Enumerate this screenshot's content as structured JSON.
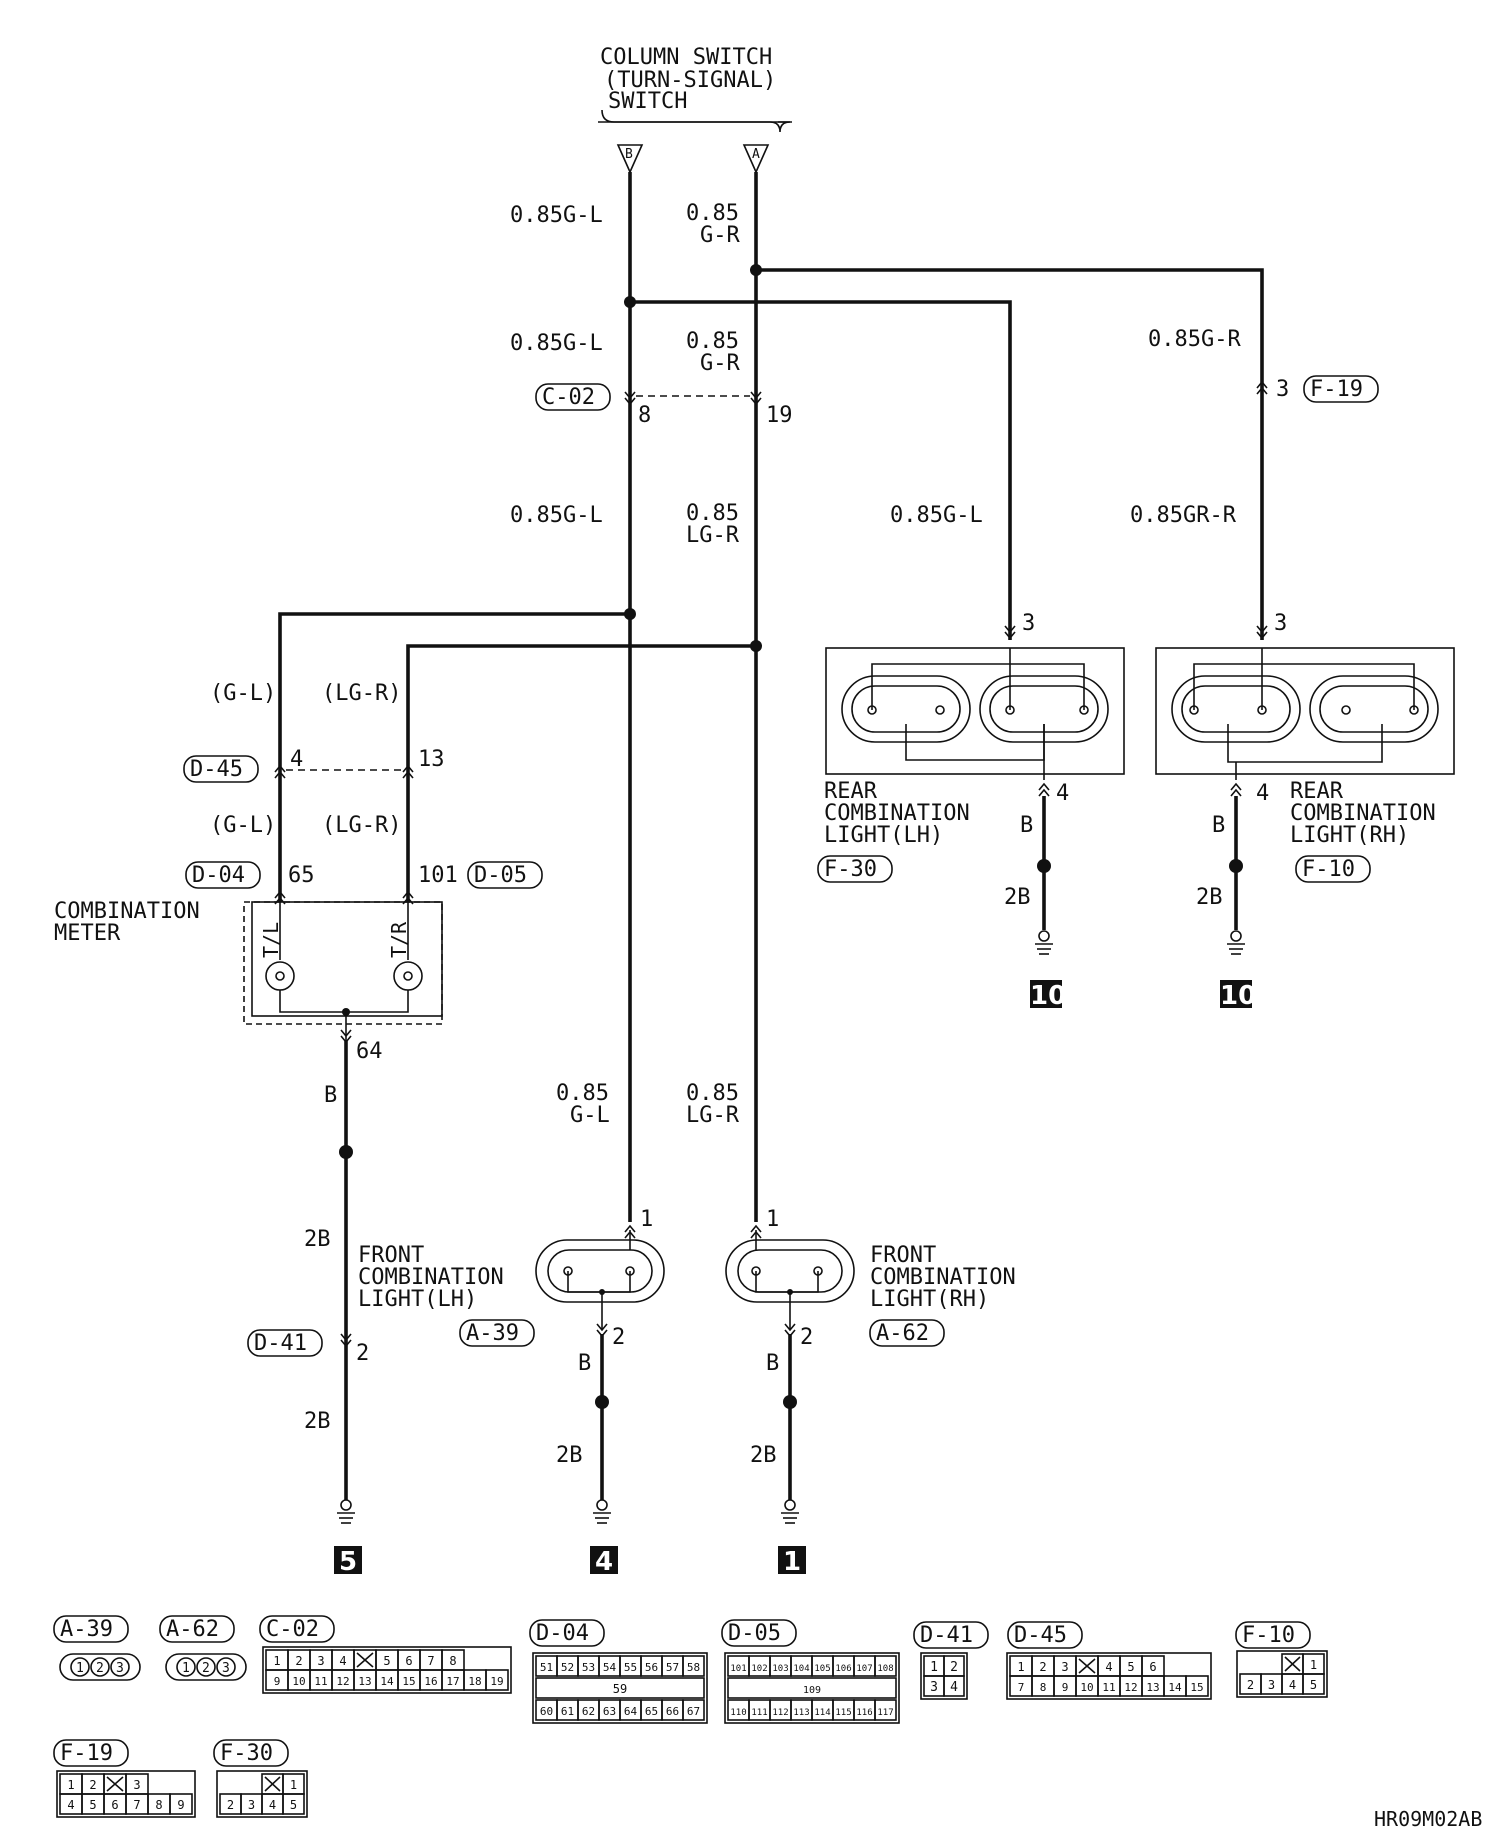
{
  "switch": {
    "line1": "COLUMN SWITCH",
    "line2": "(TURN-SIGNAL)",
    "line3": "SWITCH",
    "pinB": "B",
    "pinA": "A"
  },
  "wires": {
    "gl_top": "0.85G-L",
    "gr_top_a": "0.85",
    "gr_top_b": "G-R",
    "gl_mid": "0.85G-L",
    "gr_mid_a": "0.85",
    "gr_mid_b": "G-R",
    "gl_low": "0.85G-L",
    "lgr_low_a": "0.85",
    "lgr_low_b": "LG-R",
    "gr_right": "0.85G-R",
    "gl_rear": "0.85G-L",
    "gr_rear": "0.85GR-R",
    "gl_paren": "(G-L)",
    "lgr_paren": "(LG-R)",
    "gl_paren2": "(G-L)",
    "lgr_paren2": "(LG-R)",
    "gl_front_a": "0.85",
    "gl_front_b": "G-L",
    "lgr_front_a": "0.85",
    "lgr_front_b": "LG-R",
    "b": "B",
    "b2": "2B"
  },
  "connectors": {
    "c02": "C-02",
    "c02_pin_a": "8",
    "c02_pin_b": "19",
    "f19": "F-19",
    "f19_pin": "3",
    "d45": "D-45",
    "d45_pin_a": "4",
    "d45_pin_b": "13",
    "d04": "D-04",
    "d04_pin": "65",
    "d05": "D-05",
    "d05_pin": "101",
    "meter_pin": "64",
    "d41": "D-41",
    "d41_pin": "2",
    "a39": "A-39",
    "a62": "A-62",
    "front_pin_in": "1",
    "front_pin_out": "2",
    "f30": "F-30",
    "f10": "F-10",
    "rear_pin_in": "3",
    "rear_pin_out": "4"
  },
  "components": {
    "meter_a": "COMBINATION",
    "meter_b": "METER",
    "tl": "T/L",
    "tr": "T/R",
    "flh_a": "FRONT",
    "flh_b": "COMBINATION",
    "flh_c": "LIGHT(LH)",
    "frh_a": "FRONT",
    "frh_b": "COMBINATION",
    "frh_c": "LIGHT(RH)",
    "rlh_a": "REAR",
    "rlh_b": "COMBINATION",
    "rlh_c": "LIGHT(LH)",
    "rrh_a": "REAR",
    "rrh_b": "COMBINATION",
    "rrh_c": "LIGHT(RH)"
  },
  "grounds": {
    "g5": "5",
    "g4": "4",
    "g1": "1",
    "g10a": "10",
    "g10b": "10"
  },
  "legend": {
    "a39": "A-39",
    "a62": "A-62",
    "c02": "C-02",
    "d04": "D-04",
    "d05": "D-05",
    "d41": "D-41",
    "d45": "D-45",
    "f10": "F-10",
    "f19": "F-19",
    "f30": "F-30",
    "c02_row1": [
      "1",
      "2",
      "3",
      "4",
      "",
      "5",
      "6",
      "7",
      "8"
    ],
    "c02_row2": [
      "9",
      "10",
      "11",
      "12",
      "13",
      "14",
      "15",
      "16",
      "17",
      "18",
      "19"
    ],
    "d04_row1": [
      "51",
      "52",
      "53",
      "54",
      "55",
      "56",
      "57",
      "58"
    ],
    "d04_mid": "59",
    "d04_row2": [
      "60",
      "61",
      "62",
      "63",
      "64",
      "65",
      "66",
      "67"
    ],
    "d05_row1": [
      "101",
      "102",
      "103",
      "104",
      "105",
      "106",
      "107",
      "108"
    ],
    "d05_mid": "109",
    "d05_row2": [
      "110",
      "111",
      "112",
      "113",
      "114",
      "115",
      "116",
      "117"
    ],
    "d41_cells": [
      "1",
      "2",
      "3",
      "4"
    ],
    "d45_row1": [
      "1",
      "2",
      "3",
      "",
      "4",
      "5",
      "6"
    ],
    "d45_row2": [
      "7",
      "8",
      "9",
      "10",
      "11",
      "12",
      "13",
      "14",
      "15"
    ],
    "f10_row1": [
      "1"
    ],
    "f10_row2": [
      "2",
      "3",
      "4",
      "5"
    ],
    "f19_row1": [
      "1",
      "2",
      "",
      "3"
    ],
    "f19_row2": [
      "4",
      "5",
      "6",
      "7",
      "8",
      "9"
    ],
    "f30_row1": [
      "1"
    ],
    "f30_row2": [
      "2",
      "3",
      "4",
      "5"
    ]
  },
  "footer": {
    "code": "HR09M02AB"
  }
}
